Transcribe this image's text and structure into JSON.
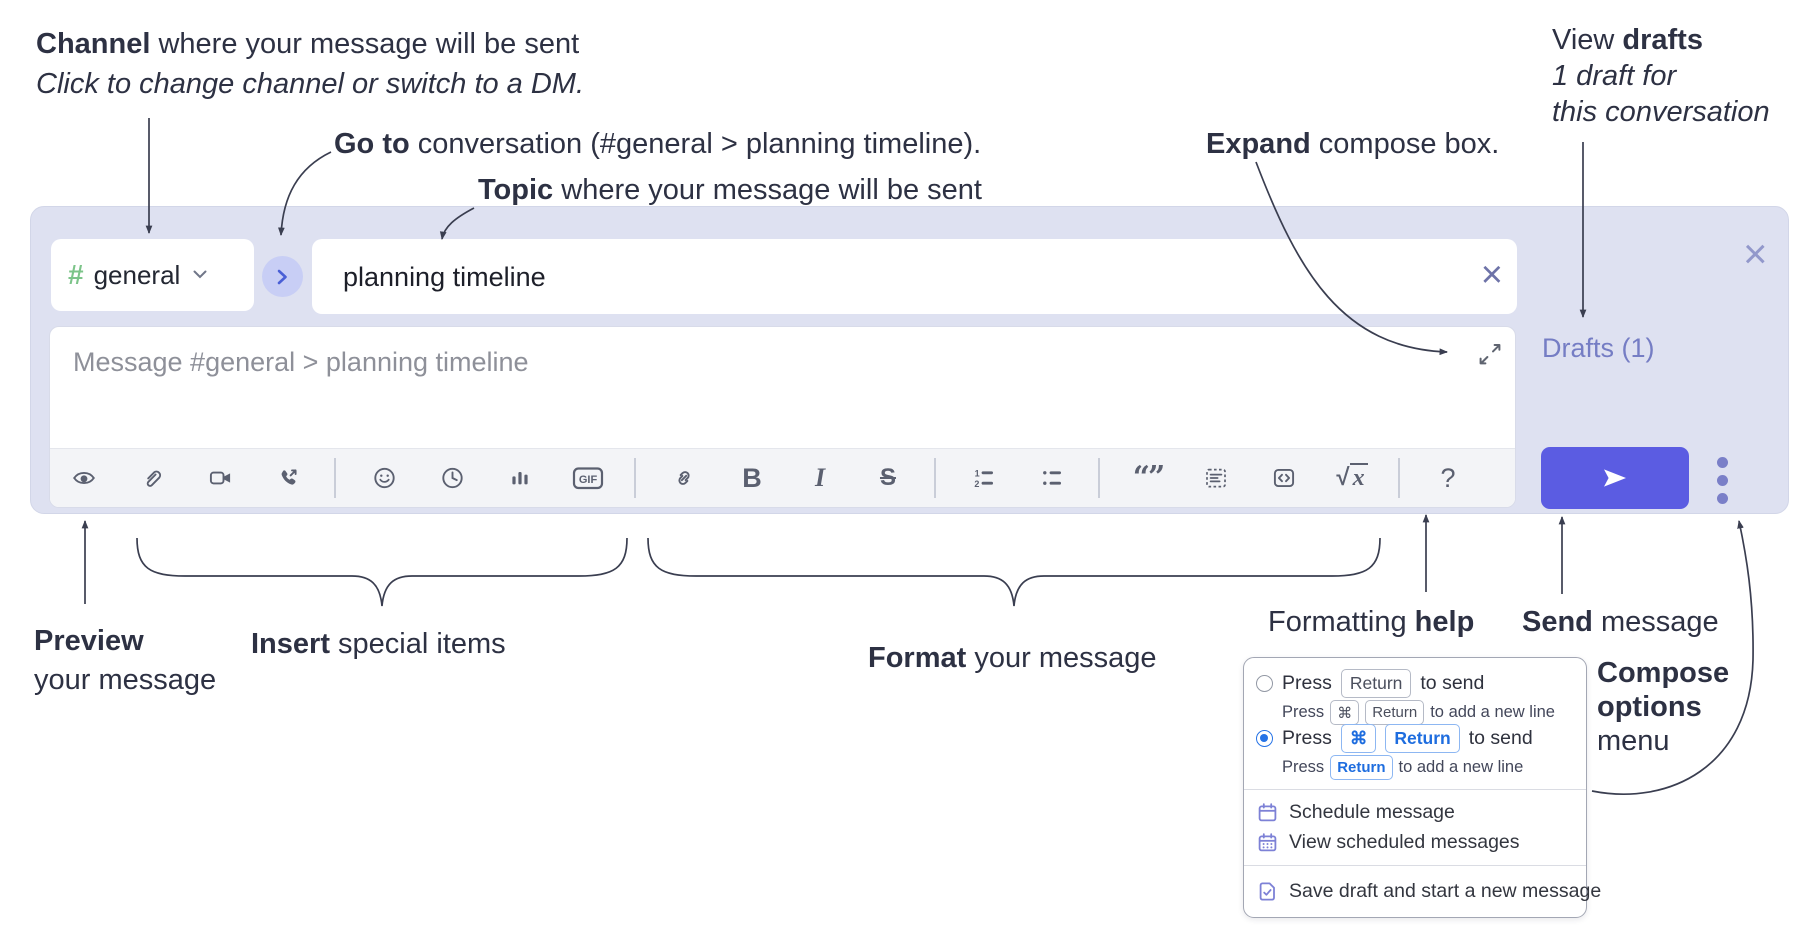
{
  "annotations": {
    "channel": {
      "bold": "Channel",
      "rest": " where your message will be sent",
      "sub": "Click to change channel or switch to a DM."
    },
    "goto": {
      "bold": "Go to",
      "rest": " conversation (#general > planning timeline)."
    },
    "topic": {
      "bold": "Topic",
      "rest": " where your message will be sent"
    },
    "expand": {
      "bold": "Expand",
      "rest": " compose box."
    },
    "view_drafts": {
      "pre": "View ",
      "bold": "drafts",
      "line2": "1 draft for",
      "line3": "this conversation"
    },
    "preview": {
      "bold": "Preview",
      "line2": "your message"
    },
    "insert": {
      "bold": "Insert",
      "rest": " special items"
    },
    "format": {
      "bold": "Format",
      "rest": " your message"
    },
    "formatting_help": {
      "pre": "Formatting ",
      "bold": "help"
    },
    "send": {
      "bold": "Send",
      "rest": " message"
    },
    "compose_options": {
      "line1": "Compose",
      "line2": "options",
      "line3": "menu"
    }
  },
  "composer": {
    "channel_hash": "#",
    "channel_name": "general",
    "topic_value": "planning timeline",
    "clear_x": "×",
    "close_x": "×",
    "message_placeholder": "Message #general > planning timeline",
    "drafts_label": "Drafts (1)",
    "toolbar": {
      "gif": "GIF",
      "bold": "B",
      "italic": "I",
      "strike": "S",
      "math_radical": "√",
      "math_var": "x",
      "help": "?"
    },
    "toolbar_icon_names": [
      "preview-eye",
      "attach-paperclip",
      "video-camera",
      "audio-call",
      "emoji-smiley",
      "clock",
      "bar-chart",
      "gif",
      "link",
      "bold",
      "italic",
      "strikethrough",
      "ordered-list",
      "bulleted-list",
      "blockquote",
      "code-block",
      "inline-code",
      "formula",
      "help"
    ]
  },
  "popup": {
    "option1": {
      "selected": false,
      "press": "Press",
      "key": "Return",
      "after": "to send",
      "sub_press": "Press",
      "sub_key1": "⌘",
      "sub_key2": "Return",
      "sub_after": "to add a new line"
    },
    "option2": {
      "selected": true,
      "press": "Press",
      "key1": "⌘",
      "key2": "Return",
      "after": "to send",
      "sub_press": "Press",
      "sub_key": "Return",
      "sub_after": "to add a new line"
    },
    "menu": [
      {
        "icon": "calendar-icon",
        "label": "Schedule message"
      },
      {
        "icon": "calendar-grid-icon",
        "label": "View scheduled messages"
      },
      {
        "icon": "document-check-icon",
        "label": "Save draft and start a new message"
      }
    ]
  },
  "colors": {
    "compose_bg": "#dee1f1",
    "send_button": "#5b5ce2",
    "hash_green": "#7cc489",
    "goto_circle_bg": "#c8cef5",
    "goto_chevron": "#4a5fd6",
    "drafts_link": "#757dc4",
    "radio_blue": "#2673e6",
    "menu_icon_purple": "#7d81d6",
    "toolbar_icon": "#5b6070",
    "annotation_text": "#2d3143"
  }
}
